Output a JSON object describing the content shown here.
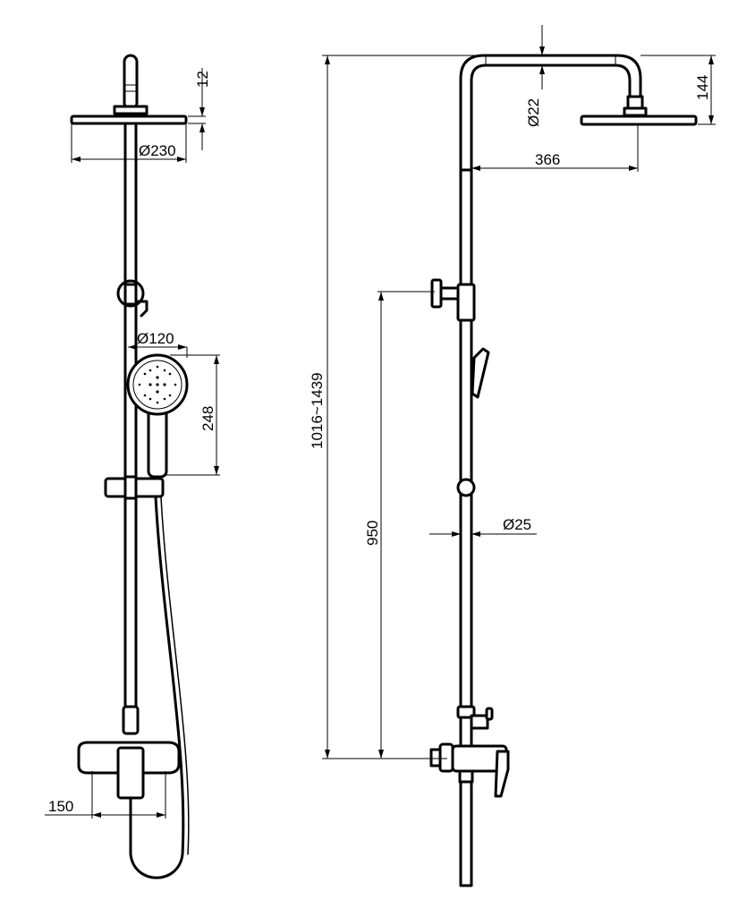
{
  "drawing": {
    "front_view": {
      "overhead_diameter": "Ø230",
      "overhead_thickness": "12",
      "hand_shower_diameter": "Ø120",
      "hand_shower_length": "248",
      "mixer_spacing": "150"
    },
    "side_view": {
      "total_height": "1016~1439",
      "mixer_to_slider_height": "950",
      "arm_diameter": "Ø22",
      "arm_projection": "366",
      "head_drop": "144",
      "pipe_diameter": "Ø25"
    }
  }
}
